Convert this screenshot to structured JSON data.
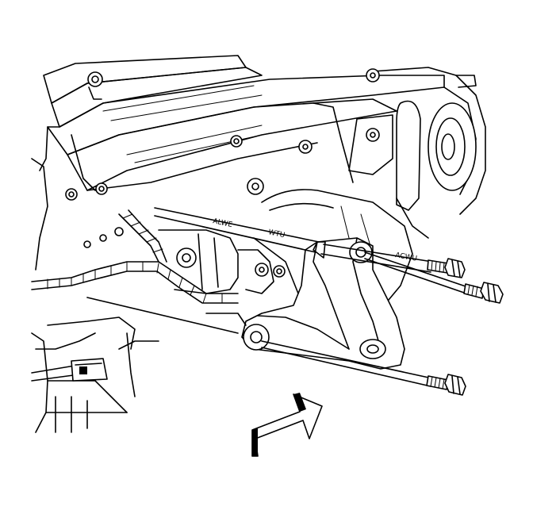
{
  "illustration": {
    "markings": {
      "manifold_text": "ALWE",
      "manifold_text_2": "WTU",
      "bolt_text": "ACWU"
    },
    "icons": {
      "view_arrow": "direction-arrow-icon",
      "bolt": "bolt-icon"
    },
    "colors": {
      "line": "#000000",
      "background": "#ffffff"
    }
  }
}
